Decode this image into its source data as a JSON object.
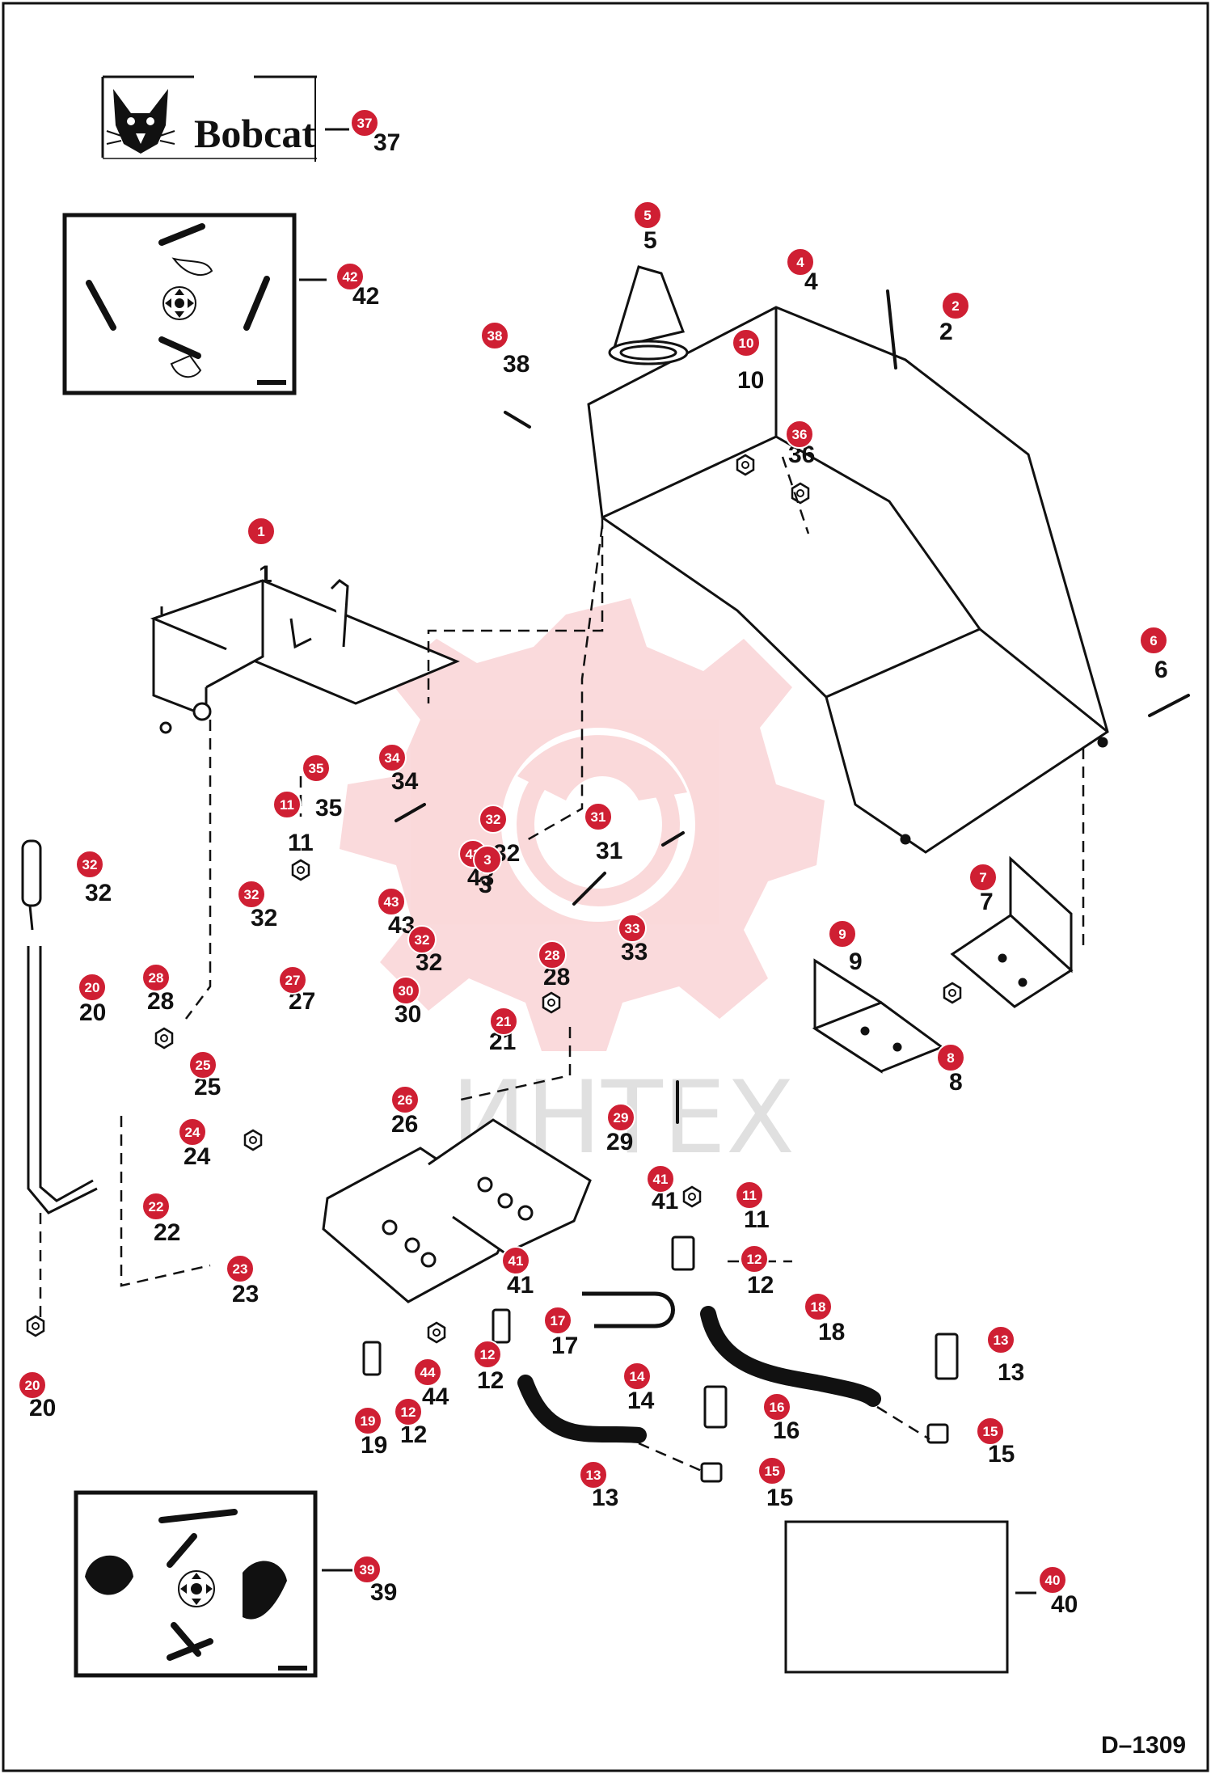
{
  "brand": {
    "logo_text": "Bobcat"
  },
  "watermark_text": "ИНТЕХ",
  "document_id": "D–1309",
  "colors": {
    "badge": "#cf1f33",
    "line": "#111111",
    "watermark": "#e21b23",
    "sheet": "#ffffff"
  },
  "icons": [
    "bobcat-logo-icon",
    "control-decal-icon",
    "hand-lever-icon",
    "direction-arrows-icon",
    "bucket-icon"
  ],
  "callouts": [
    {
      "id": "37",
      "label": "37"
    },
    {
      "id": "38",
      "label": "38"
    },
    {
      "id": "42",
      "label": "42"
    },
    {
      "id": "5",
      "label": "5"
    },
    {
      "id": "4",
      "label": "4"
    },
    {
      "id": "2",
      "label": "2"
    },
    {
      "id": "10",
      "label": "10"
    },
    {
      "id": "36",
      "label": "36"
    },
    {
      "id": "1",
      "label": "1"
    },
    {
      "id": "6",
      "label": "6"
    },
    {
      "id": "34",
      "label": "34"
    },
    {
      "id": "35",
      "label": "35"
    },
    {
      "id": "11",
      "label": "11"
    },
    {
      "id": "32",
      "label": "32"
    },
    {
      "id": "31",
      "label": "31"
    },
    {
      "id": "3",
      "label": "3"
    },
    {
      "id": "43",
      "label": "43"
    },
    {
      "id": "7",
      "label": "7"
    },
    {
      "id": "9",
      "label": "9"
    },
    {
      "id": "28",
      "label": "28"
    },
    {
      "id": "33",
      "label": "33"
    },
    {
      "id": "20",
      "label": "20"
    },
    {
      "id": "21",
      "label": "21"
    },
    {
      "id": "27",
      "label": "27"
    },
    {
      "id": "30",
      "label": "30"
    },
    {
      "id": "8",
      "label": "8"
    },
    {
      "id": "25",
      "label": "25"
    },
    {
      "id": "26",
      "label": "26"
    },
    {
      "id": "24",
      "label": "24"
    },
    {
      "id": "29",
      "label": "29"
    },
    {
      "id": "22",
      "label": "22"
    },
    {
      "id": "41",
      "label": "41"
    },
    {
      "id": "12",
      "label": "12"
    },
    {
      "id": "23",
      "label": "23"
    },
    {
      "id": "18",
      "label": "18"
    },
    {
      "id": "13",
      "label": "13"
    },
    {
      "id": "14",
      "label": "14"
    },
    {
      "id": "17",
      "label": "17"
    },
    {
      "id": "44",
      "label": "44"
    },
    {
      "id": "19",
      "label": "19"
    },
    {
      "id": "16",
      "label": "16"
    },
    {
      "id": "15",
      "label": "15"
    },
    {
      "id": "39",
      "label": "39"
    },
    {
      "id": "40",
      "label": "40"
    }
  ]
}
